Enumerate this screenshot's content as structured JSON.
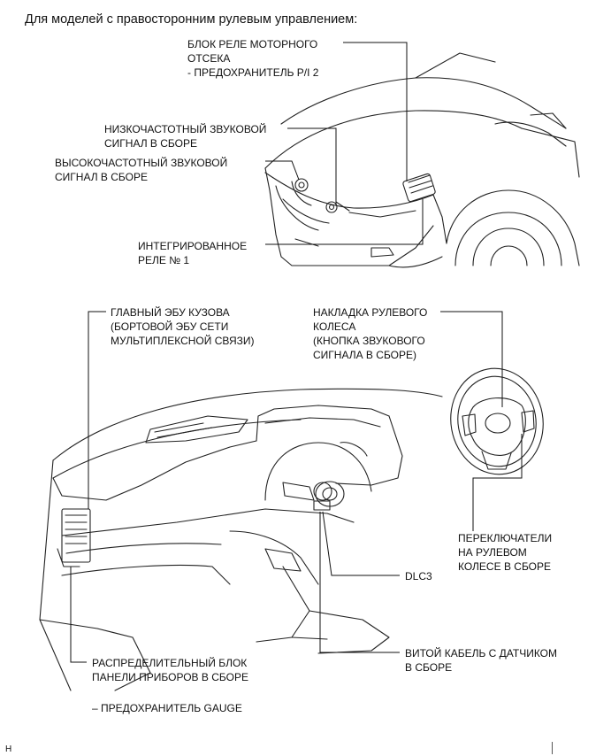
{
  "title": "Для моделей с правосторонним рулевым управлением:",
  "labels": {
    "relay_block": "БЛОК РЕЛЕ МОТОРНОГО\nОТСЕКА\n- ПРЕДОХРАНИТЕЛЬ P/I 2",
    "low_horn": "НИЗКОЧАСТОТНЫЙ ЗВУКОВОЙ\nСИГНАЛ В СБОРЕ",
    "high_horn": "ВЫСОКОЧАСТОТНЫЙ ЗВУКОВОЙ\nСИГНАЛ В СБОРЕ",
    "integrated_relay": "ИНТЕГРИРОВАННОЕ\nРЕЛЕ № 1",
    "main_ecu": "ГЛАВНЫЙ ЭБУ КУЗОВА\n(БОРТОВОЙ ЭБУ СЕТИ\nМУЛЬТИПЛЕКСНОЙ СВЯЗИ)",
    "steering_pad": "НАКЛАДКА РУЛЕВОГО\nКОЛЕСА\n(КНОПКА ЗВУКОВОГО\nСИГНАЛА В СБОРЕ)",
    "steering_switches": "ПЕРЕКЛЮЧАТЕЛИ\nНА РУЛЕВОМ\nКОЛЕСЕ В СБОРЕ",
    "dlc3": "DLC3",
    "spiral_cable": "ВИТОЙ КАБЕЛЬ С ДАТЧИКОМ\nВ СБОРЕ",
    "junction_block": "РАСПРЕДЕЛИТЕЛЬНЫЙ БЛОК\nПАНЕЛИ ПРИБОРОВ В СБОРЕ",
    "gauge_fuse": "– ПРЕДОХРАНИТЕЛЬ GAUGE"
  },
  "corner_mark": "H"
}
